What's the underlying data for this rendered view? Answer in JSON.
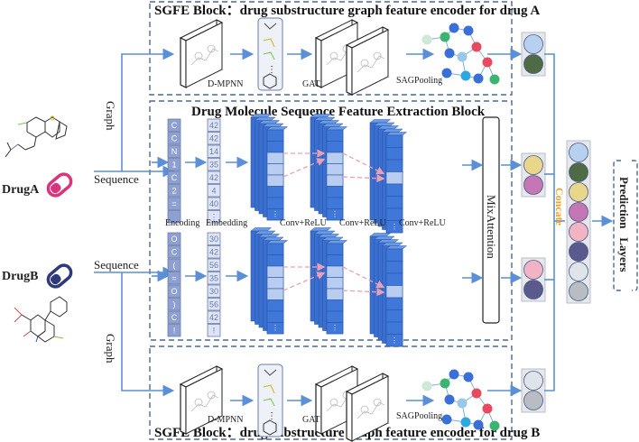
{
  "blocks": {
    "sgfe_a_title": "SGFE Block：drug substructure graph feature encoder for drug A",
    "sgfe_b_title": "SGFE Block：drug substructure graph feature encoder for drug B",
    "seq_title": "Drug Molecule Sequence Feature Extraction Block"
  },
  "graph_stage_labels": {
    "dmpnn": "D-MPNN",
    "gat": "GAT",
    "sagpooling": "SAGPooling"
  },
  "sequence_stage_labels": {
    "encoding": "Encoding",
    "embedding": "Embedding",
    "conv1": "Conv+ReLU",
    "conv2": "Conv+ReLU",
    "conv3": "Conv+ReLU",
    "mix_attention": "MixAttention"
  },
  "inputs": {
    "drug_a": {
      "name": "DrugA",
      "graph_label": "Graph",
      "sequence_label": "Sequence",
      "pill_color": "#d9357a"
    },
    "drug_b": {
      "name": "DrugB",
      "graph_label": "Graph",
      "sequence_label": "Sequence",
      "pill_color": "#2e3a7a"
    }
  },
  "drug_a_sequence": {
    "encoding": [
      "C",
      "C",
      "N",
      "1",
      "C",
      "2",
      "=",
      ""
    ],
    "embedding": [
      "42",
      "42",
      "14",
      "35",
      "42",
      "4",
      "40",
      "⋮"
    ]
  },
  "drug_b_sequence": {
    "encoding": [
      "O",
      "C",
      "(",
      "=",
      "O",
      ")",
      "C",
      "!"
    ],
    "embedding": [
      "30",
      "42",
      "56",
      "35",
      "30",
      "56",
      "42",
      "!"
    ]
  },
  "feature_vectors": {
    "graph_a": [
      "#b8d0f0",
      "#4f6b45"
    ],
    "seq_a": [
      "#e8d68a",
      "#c576b4"
    ],
    "seq_b": [
      "#f2b3c4",
      "#5a5a8c"
    ],
    "graph_b": [
      "#dfe3ea",
      "#b9bcc2"
    ]
  },
  "concat": {
    "label": "Concate",
    "label_color": "#f0a020",
    "colors": [
      "#b8d0f0",
      "#4f6b45",
      "#e8d68a",
      "#c576b4",
      "#f2b3c4",
      "#5a5a8c",
      "#dfe3ea",
      "#b9bcc2"
    ]
  },
  "prediction": {
    "label": "Prediction   Layers"
  },
  "colors": {
    "arrow": "#5b8fd6",
    "dashed_border": "#4a6a94",
    "cube_front": "#3f78d8",
    "cube_highlight": "#b9cdf0",
    "token_cell": "#8e9fd2",
    "emb_cell": "#dde4f5",
    "pink_dashed": "#e8a0b8"
  }
}
